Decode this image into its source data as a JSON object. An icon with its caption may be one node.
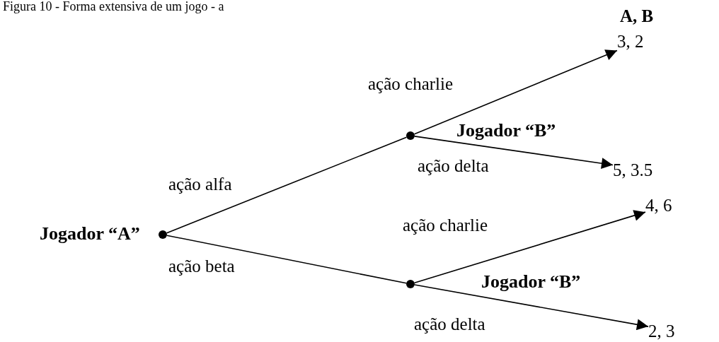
{
  "diagram": {
    "title": "Figura 10 - Forma extensiva de um jogo - a",
    "nodes": [
      {
        "text": [],
        "shape": "circle",
        "beside": [
          "Jogador “A”"
        ]
      },
      {
        "text": [],
        "shape": "circle",
        "beside": [
          "Jogador “B”"
        ]
      },
      {
        "text": [],
        "shape": "circle",
        "beside": [
          "Jogador “B”"
        ]
      },
      {
        "text": [
          "3, 2"
        ]
      },
      {
        "text": [
          "5, 3.5"
        ]
      },
      {
        "text": [
          "4, 6"
        ]
      },
      {
        "text": [
          "2, 3"
        ]
      }
    ],
    "edges": [
      {
        "from": 0,
        "to": 1,
        "arrow": "none",
        "label": "ação alfa"
      },
      {
        "from": 0,
        "to": 2,
        "arrow": "none",
        "label": "ação beta"
      },
      {
        "from": 1,
        "to": 3,
        "arrow": "to",
        "label": "ação charlie"
      },
      {
        "from": 1,
        "to": 4,
        "arrow": "to",
        "label": "ação delta"
      },
      {
        "from": 2,
        "to": 5,
        "arrow": "to",
        "label": "ação charlie"
      },
      {
        "from": 2,
        "to": 6,
        "arrow": "to",
        "label": "ação delta"
      }
    ],
    "labels": [
      "A, B"
    ]
  }
}
